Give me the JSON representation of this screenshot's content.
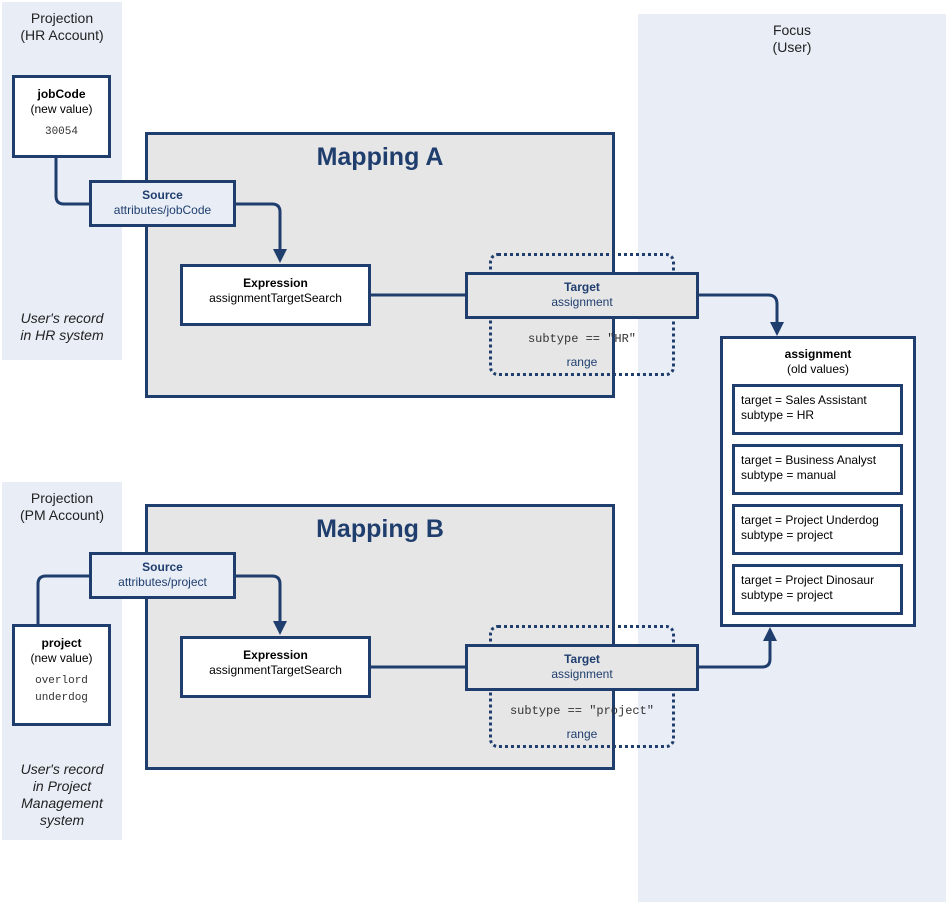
{
  "hr_lane": {
    "title_line1": "Projection",
    "title_line2": "(HR Account)",
    "note_line1": "User's record",
    "note_line2": "in HR system"
  },
  "pm_lane": {
    "title_line1": "Projection",
    "title_line2": "(PM Account)",
    "note_line1": "User's record",
    "note_line2": "in Project",
    "note_line3": "Management",
    "note_line4": "system"
  },
  "focus_lane": {
    "title_line1": "Focus",
    "title_line2": "(User)"
  },
  "jobcode": {
    "title": "jobCode",
    "subtitle": "(new value)",
    "value": "30054"
  },
  "project": {
    "title": "project",
    "subtitle": "(new value)",
    "value1": "overlord",
    "value2": "underdog"
  },
  "mapping_a": {
    "title": "Mapping A",
    "source_label": "Source",
    "source_path": "attributes/jobCode",
    "expression_label": "Expression",
    "expression_value": "assignmentTargetSearch",
    "target_label": "Target",
    "target_value": "assignment",
    "range_condition": "subtype == \"HR\"",
    "range_label": "range"
  },
  "mapping_b": {
    "title": "Mapping B",
    "source_label": "Source",
    "source_path": "attributes/project",
    "expression_label": "Expression",
    "expression_value": "assignmentTargetSearch",
    "target_label": "Target",
    "target_value": "assignment",
    "range_condition": "subtype == \"project\"",
    "range_label": "range"
  },
  "assignment": {
    "title": "assignment",
    "subtitle": "(old values)",
    "items": [
      {
        "target": "target = Sales Assistant",
        "subtype": "subtype = HR"
      },
      {
        "target": "target = Business Analyst",
        "subtype": "subtype = manual"
      },
      {
        "target": "target = Project Underdog",
        "subtype": "subtype = project"
      },
      {
        "target": "target = Project Dinosaur",
        "subtype": "subtype = project"
      }
    ]
  },
  "colors": {
    "stroke": "#1f3e6e",
    "lane": "#e8edf6",
    "mapping": "#e6e6e6"
  }
}
